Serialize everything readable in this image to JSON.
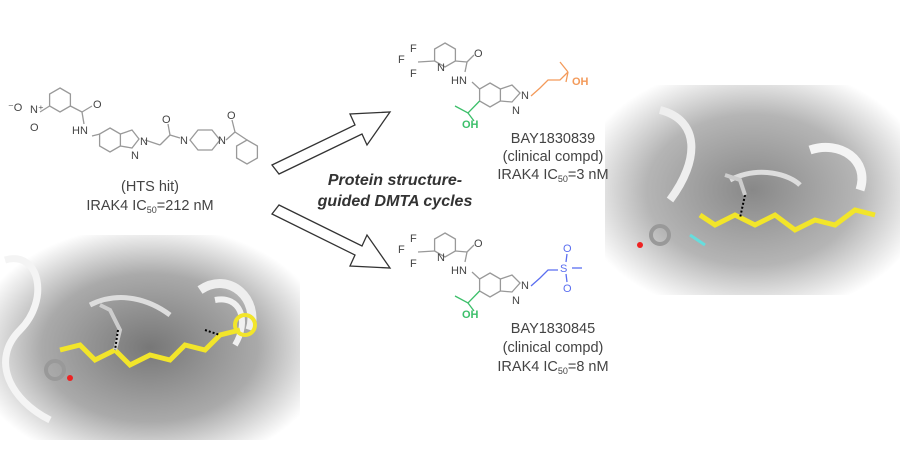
{
  "hts_hit": {
    "label": "(HTS hit)",
    "activity_prefix": "IRAK4 IC",
    "activity_sub": "50",
    "activity_value": "=212 nM",
    "atoms": [
      "⁻O",
      "N⁺",
      "O",
      "O",
      "HN",
      "N",
      "N",
      "O",
      "N",
      "N",
      "O"
    ]
  },
  "center_text": {
    "line1": "Protein structure-",
    "line2": "guided DMTA cycles"
  },
  "compound_1": {
    "name": "BAY1830839",
    "status": "(clinical compd)",
    "activity_prefix": "IRAK4 IC",
    "activity_sub": "50",
    "activity_value": "=3 nM",
    "atoms": [
      "F",
      "F",
      "F",
      "N",
      "O",
      "HN",
      "N",
      "N",
      "OH",
      "OH"
    ]
  },
  "compound_2": {
    "name": "BAY1830845",
    "status": "(clinical compd)",
    "activity_prefix": "IRAK4 IC",
    "activity_sub": "50",
    "activity_value": "=8 nM",
    "atoms": [
      "F",
      "F",
      "F",
      "N",
      "O",
      "HN",
      "N",
      "N",
      "OH",
      "S",
      "O",
      "O"
    ]
  },
  "colors": {
    "text": "#444444",
    "ligand": "#f2e52a",
    "orange_group": "#f39a5a",
    "green_group": "#3cbf6a",
    "blue_group": "#5a6ef0"
  }
}
